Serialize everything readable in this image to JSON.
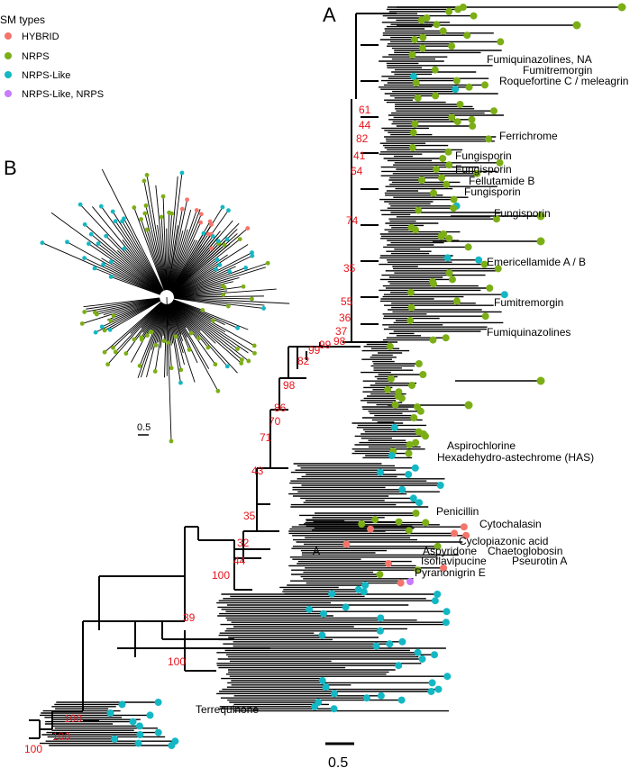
{
  "legend": {
    "title": "SM types",
    "items": [
      {
        "label": "HYBRID",
        "color": "#f4756b"
      },
      {
        "label": "NRPS",
        "color": "#7cae16"
      },
      {
        "label": "NRPS-Like",
        "color": "#13b8c4"
      },
      {
        "label": "NRPS-Like, NRPS",
        "color": "#c77bff"
      }
    ]
  },
  "panels": {
    "a": "A",
    "b": "B"
  },
  "clade_labels": [
    "Fumiquinazolines, NA",
    "Fumitremorgin",
    "Roquefortine C / meleagrin",
    "Ferrichrome",
    "Fungisporin",
    "Fungisporin",
    "Fellutamide B",
    "Fungisporin",
    "Fungisporin",
    "Emericellamide A /  B",
    "Fumitremorgin",
    "Fumiquinazolines",
    "Aspirochlorine",
    "Hexadehydro-astechrome (HAS)",
    "Penicillin",
    "Cytochalasin",
    "Cyclopiazonic acid",
    "Aspyridone",
    "Chaetoglobosin",
    "Isoflavipucine",
    "Pseurotin A",
    "Pyranonigrin E",
    "Terrequinone"
  ],
  "inner_label": "A",
  "support_values": [
    "61",
    "44",
    "82",
    "41",
    "64",
    "74",
    "35",
    "55",
    "36",
    "37",
    "98",
    "99",
    "99",
    "82",
    "98",
    "86",
    "70",
    "71",
    "43",
    "35",
    "32",
    "44",
    "100",
    "39",
    "100",
    "100",
    "100",
    "100"
  ],
  "scale_a": "0.5",
  "scale_b": "0.5",
  "colors": {
    "hybrid": "#f4756b",
    "nrps": "#7cae16",
    "nrps_like": "#13b8c4",
    "mixed": "#c77bff",
    "support": "#e8141c"
  }
}
